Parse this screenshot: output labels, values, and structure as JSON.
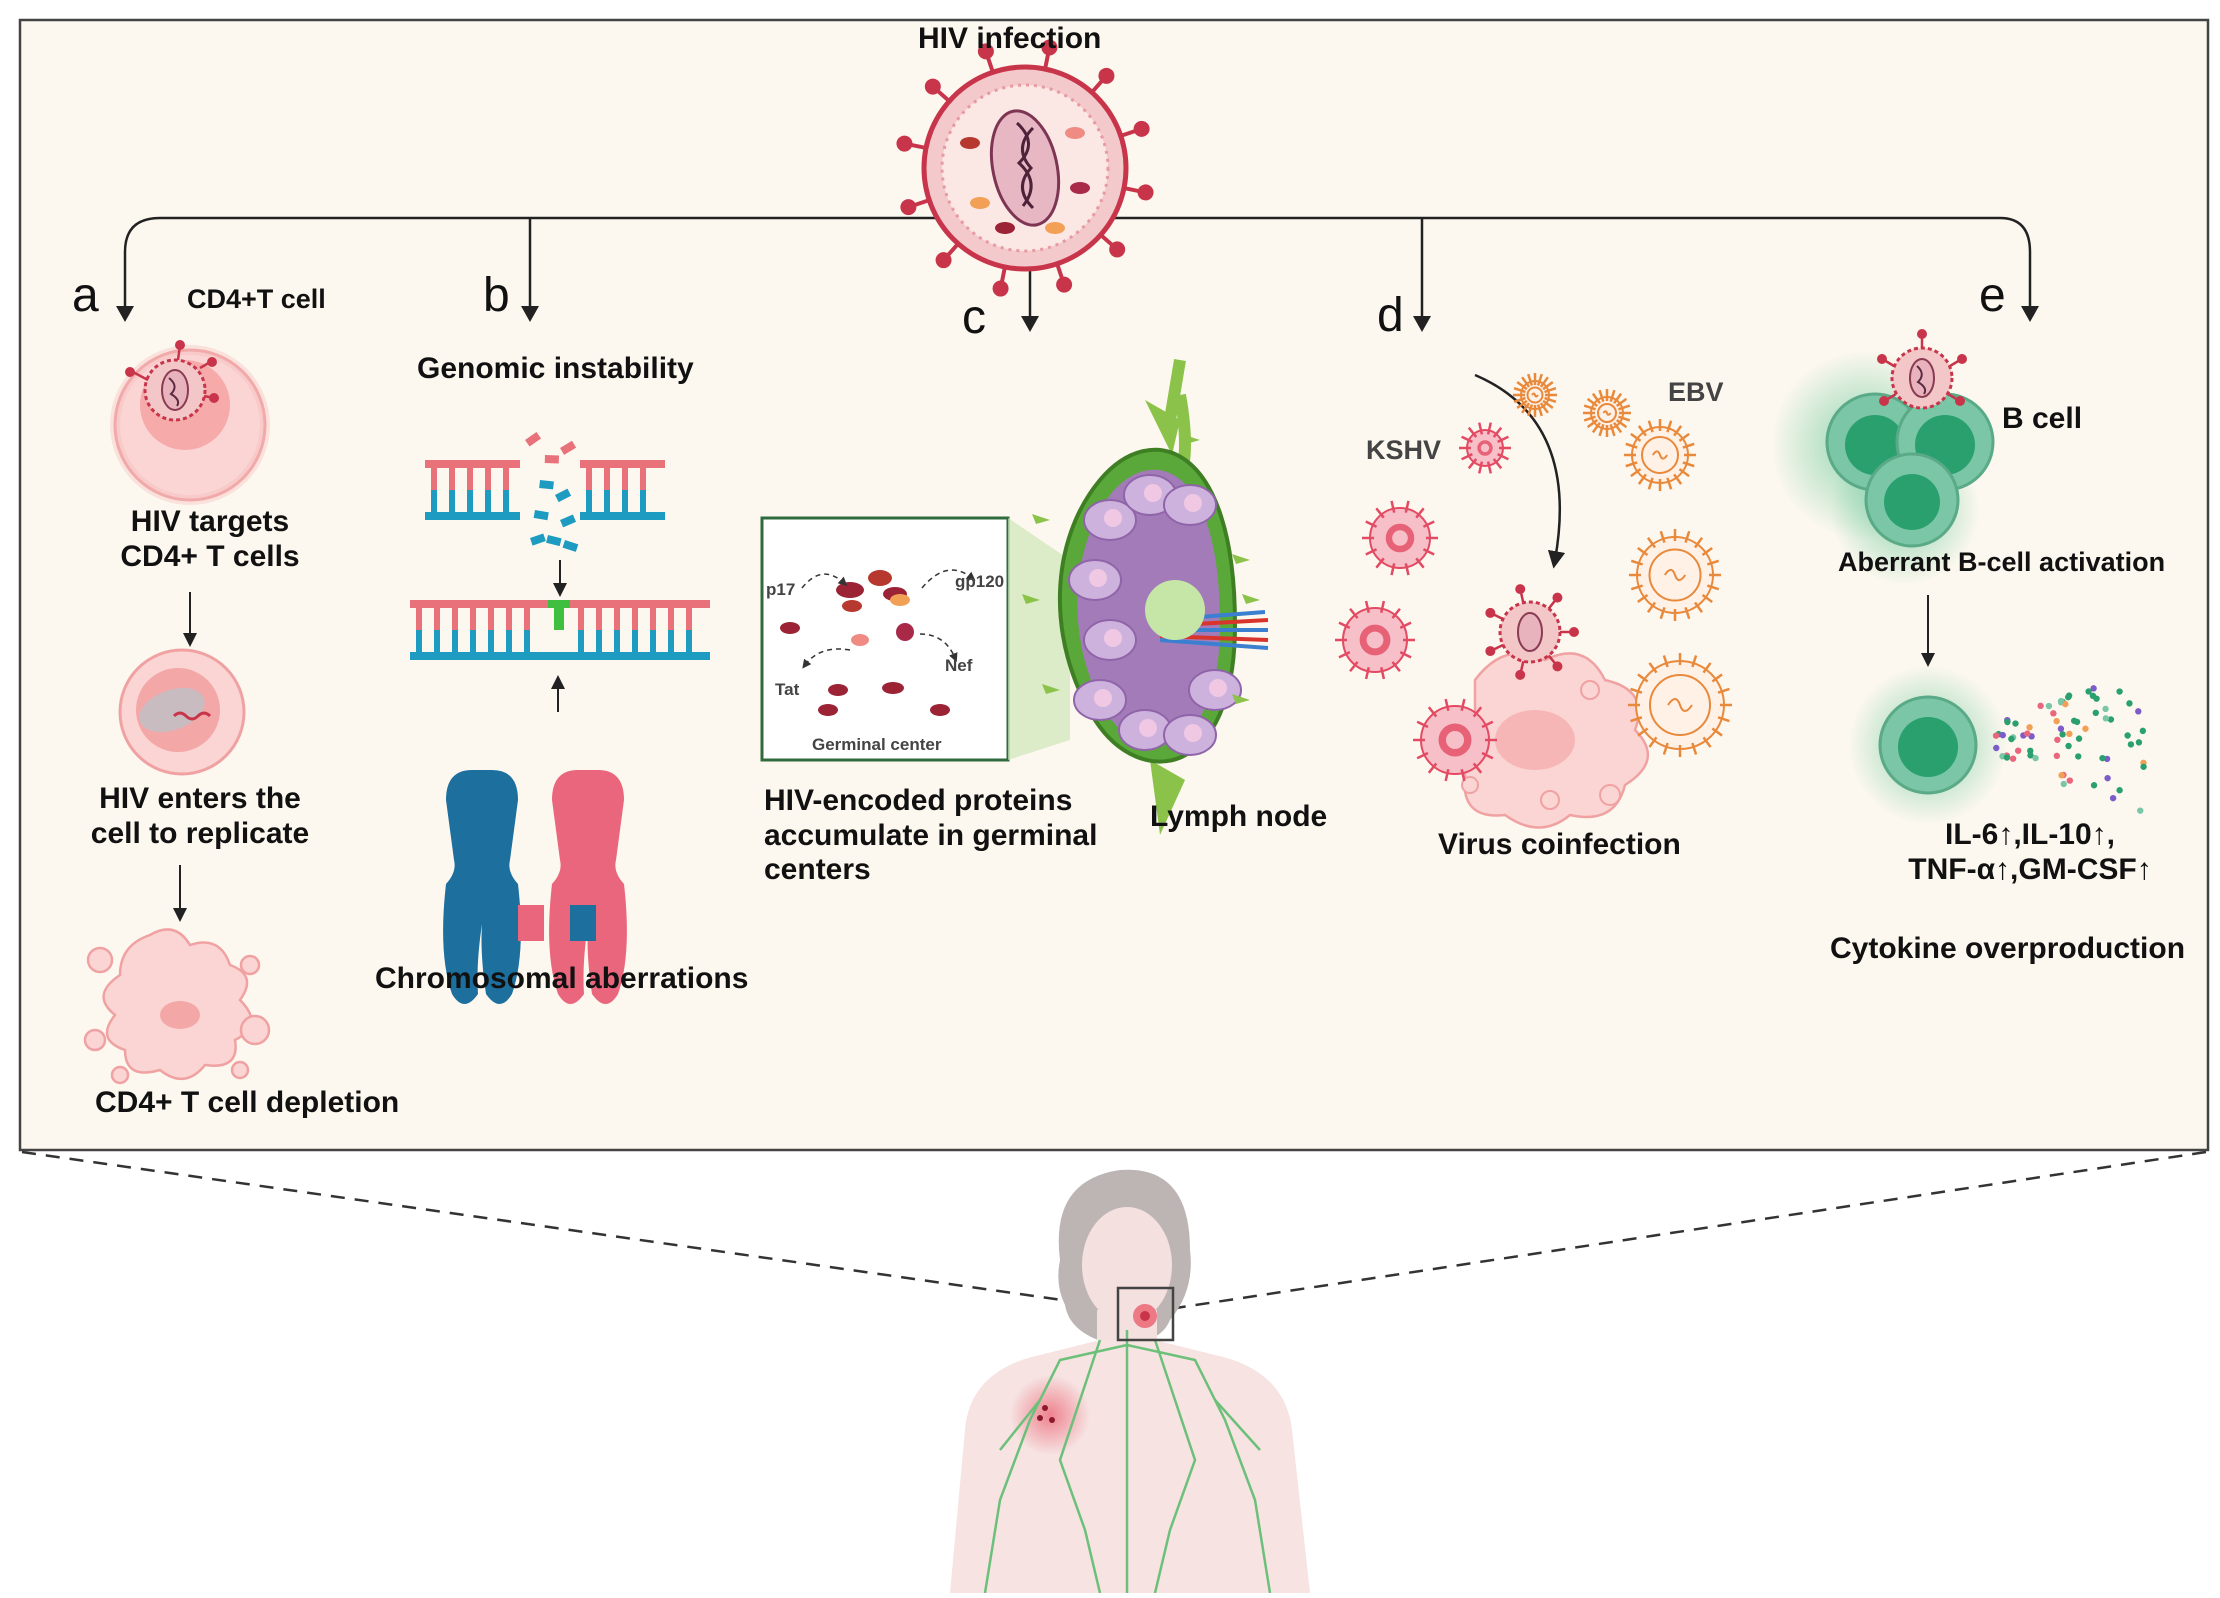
{
  "title": "HIV infection",
  "panels": {
    "a": {
      "letter": "a",
      "cell_label": "CD4+T cell",
      "step1": [
        "HIV targets",
        "CD4+ T cells"
      ],
      "step2": [
        "HIV enters the",
        "cell to replicate"
      ],
      "step3": "CD4+ T cell depletion"
    },
    "b": {
      "letter": "b",
      "title": "Genomic instability",
      "caption": "Chromosomal aberrations"
    },
    "c": {
      "letter": "c",
      "inset_labels": {
        "p17": "p17",
        "gp120": "gp120",
        "nef": "Nef",
        "tat": "Tat",
        "gc": "Germinal center"
      },
      "caption": [
        "HIV-encoded proteins",
        "accumulate in germinal",
        "centers"
      ],
      "node_label": "Lymph node"
    },
    "d": {
      "letter": "d",
      "kshv": "KSHV",
      "ebv": "EBV",
      "caption": "Virus coinfection"
    },
    "e": {
      "letter": "e",
      "cell_label": "B cell",
      "activation": "Aberrant B-cell activation",
      "cytokines": [
        "IL-6↑,IL-10↑,",
        "TNF-α↑,GM-CSF↑"
      ],
      "caption": "Cytokine overproduction"
    }
  },
  "colors": {
    "panel_bg": "#fdf8ef",
    "virus": "#c8354a",
    "dna_red": "#e8717a",
    "dna_blue": "#1e9bc0",
    "chromo_blue": "#1d6f9e",
    "chromo_red": "#e9667c",
    "node_green": "#5aa83a",
    "bcell_green": "#2fb57a",
    "lymph": "#6cc07a"
  }
}
